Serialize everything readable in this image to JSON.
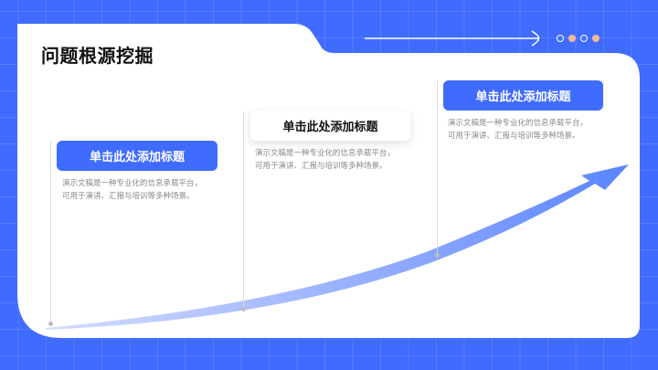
{
  "page": {
    "title": "问题根源挖掘"
  },
  "colors": {
    "background": "#3f6bff",
    "card": "#ffffff",
    "accent": "#3f6bff",
    "dot_fill": "#f5b894",
    "arrow_start": "#c5d3ff",
    "arrow_end": "#5a84ff"
  },
  "decoration": {
    "icons": [
      "arrow-right-line-icon",
      "ring-dot-icon",
      "filled-dot-icon",
      "ring-dot-icon",
      "filled-dot-icon"
    ]
  },
  "steps": [
    {
      "title": "单击此处添加标题",
      "style": "blue",
      "desc_line1": "演示文稿是一种专业化的信息承载平台，",
      "desc_line2": "可用于演讲、汇报与培训等多种场景。"
    },
    {
      "title": "单击此处添加标题",
      "style": "white",
      "desc_line1": "演示文稿是一种专业化的信息承载平台，",
      "desc_line2": "可用于演讲、汇报与培训等多种场景。"
    },
    {
      "title": "单击此处添加标题",
      "style": "blue",
      "desc_line1": "演示文稿是一种专业化的信息承载平台，",
      "desc_line2": "可用于演讲、汇报与培训等多种场景。"
    }
  ]
}
